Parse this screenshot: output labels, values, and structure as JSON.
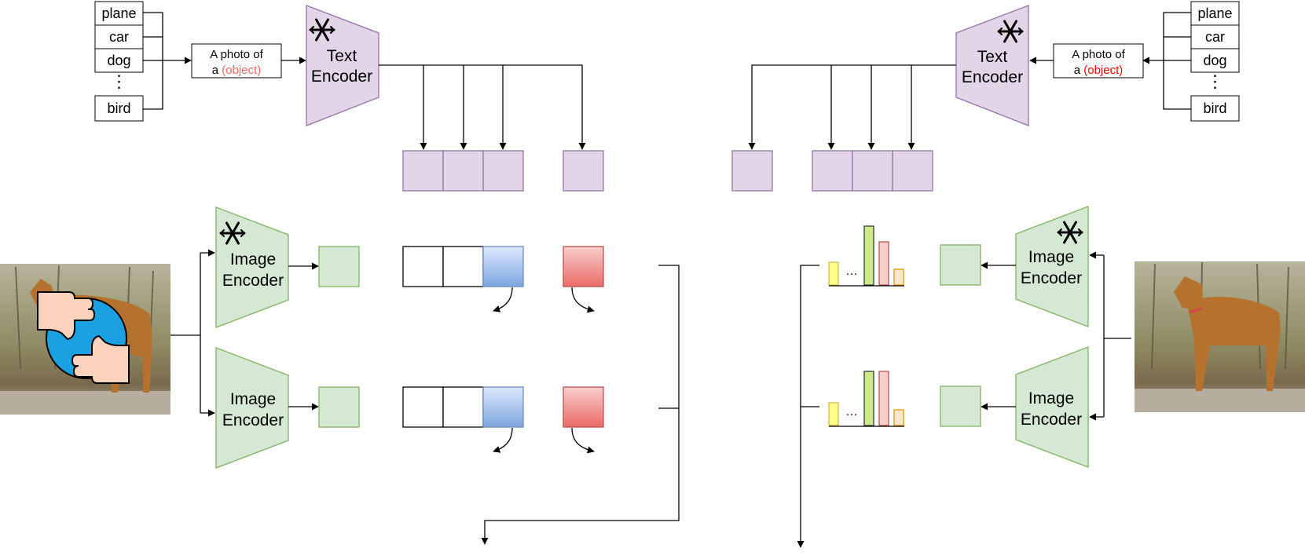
{
  "left": {
    "classes": [
      "plane",
      "car",
      "dog",
      "⋮",
      "bird"
    ],
    "prompt": {
      "line1": "A photo of",
      "line2_prefix": "a",
      "object": "(object)"
    },
    "text_encoder": {
      "line1": "Text",
      "line2": "Encoder"
    },
    "image_encoder": {
      "line1": "Image",
      "line2": "Encoder"
    }
  },
  "right": {
    "classes": [
      "plane",
      "car",
      "dog",
      "⋮",
      "bird"
    ],
    "prompt": {
      "line1": "A photo of",
      "line2_prefix": "a",
      "object": "(object)"
    },
    "text_encoder": {
      "line1": "Text",
      "line2": "Encoder"
    },
    "image_encoder": {
      "line1": "Image",
      "line2": "Encoder"
    }
  },
  "ellipsis": "…",
  "colors": {
    "text_encoder_fill": "#e1d5e7",
    "text_encoder_stroke": "#9673a6",
    "image_encoder_fill": "#d5e8d4",
    "image_encoder_stroke": "#82b366",
    "object_left": "#ea6b66",
    "object_right": "#ff0000",
    "bar_yellow": "#ffff88",
    "bar_green": "#cdeb8b",
    "bar_pink": "#f8cecc",
    "bar_orange": "#ffe6cc",
    "blue_token": "#7ea6e0",
    "red_token": "#ea6b66",
    "thumb_circle": "#1ba1e2"
  }
}
